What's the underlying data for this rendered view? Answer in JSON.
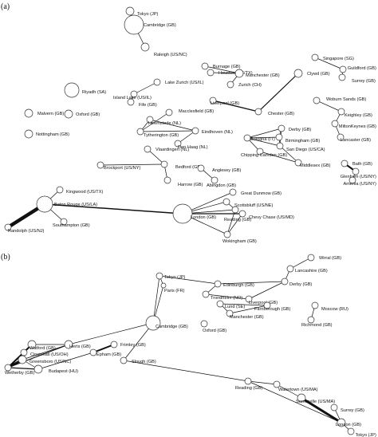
{
  "panels": [
    {
      "label": "(a)",
      "nodes": [
        {
          "id": "tokyo",
          "label": "Tokyo (JP)"
        },
        {
          "id": "cambridge",
          "label": "Cambridge (GB)"
        },
        {
          "id": "raleigh",
          "label": "Raleigh (US/NC)"
        },
        {
          "id": "singapore",
          "label": "Singapore (SG)"
        },
        {
          "id": "guildford",
          "label": "Guildford (GB)"
        },
        {
          "id": "surrey",
          "label": "Surrey (GB)"
        },
        {
          "id": "burnage",
          "label": "Burnage (GB)"
        },
        {
          "id": "houston",
          "label": "Houston (US/TX)"
        },
        {
          "id": "manchester",
          "label": "Manchester (GB)"
        },
        {
          "id": "clywd",
          "label": "Clywd (GB)"
        },
        {
          "id": "lakezurich",
          "label": "Lake Zurich (US/IL)"
        },
        {
          "id": "zurich",
          "label": "Zurich (CH)"
        },
        {
          "id": "riyadh",
          "label": "Riyadh (SA)"
        },
        {
          "id": "islandlake",
          "label": "Island Lake (US/IL)"
        },
        {
          "id": "fife",
          "label": "Fife (GB)"
        },
        {
          "id": "liverpool",
          "label": "Liverpool (GB)"
        },
        {
          "id": "chester",
          "label": "Chester (GB)"
        },
        {
          "id": "woburn",
          "label": "Woburn Sands (GB)"
        },
        {
          "id": "keighley",
          "label": "Keighley (GB)"
        },
        {
          "id": "malvern",
          "label": "Malvern (GB)"
        },
        {
          "id": "oxford",
          "label": "Oxford (GB)"
        },
        {
          "id": "macclesfield",
          "label": "Macclesfield (GB)"
        },
        {
          "id": "heemstede",
          "label": "Heemstede (NL)"
        },
        {
          "id": "eindhoven",
          "label": "Eindhoven (NL)"
        },
        {
          "id": "tytherington",
          "label": "Tytherington (GB)"
        },
        {
          "id": "miltonkeynes",
          "label": "MiltonKeynes (GB)"
        },
        {
          "id": "lancaster",
          "label": "Lancaster (GB)"
        },
        {
          "id": "nottingham",
          "label": "Nottingham (GB)"
        },
        {
          "id": "denhaag",
          "label": "Den Haag (NL)"
        },
        {
          "id": "bologna",
          "label": "Bologna (IT)"
        },
        {
          "id": "derby",
          "label": "Derby (GB)"
        },
        {
          "id": "birmingham",
          "label": "Birmingham (GB)"
        },
        {
          "id": "sandiego",
          "label": "San Diego (US/CA)"
        },
        {
          "id": "chipping",
          "label": "Chipping Camden (GB)"
        },
        {
          "id": "vlaardingen",
          "label": "Vlaardingen (NL)"
        },
        {
          "id": "middlesex",
          "label": "Middlesex (GB)"
        },
        {
          "id": "bath",
          "label": "Bath (GB)"
        },
        {
          "id": "brockport",
          "label": "Brockport (US/NY)"
        },
        {
          "id": "bedford",
          "label": "Bedford (GB)"
        },
        {
          "id": "anglesey",
          "label": "Anglesey (GB)"
        },
        {
          "id": "glenham",
          "label": "Glenham (US/NY)"
        },
        {
          "id": "amenia",
          "label": "Amenia (US/NY)"
        },
        {
          "id": "harrow",
          "label": "Harrow (GB)"
        },
        {
          "id": "abingdon",
          "label": "Abingdon (GB)"
        },
        {
          "id": "kingwood",
          "label": "Kingwood (US/TX)"
        },
        {
          "id": "greatdunmow",
          "label": "Great Dunmow (GB)"
        },
        {
          "id": "batonrouge",
          "label": "Baton Rouge (US/LA)"
        },
        {
          "id": "scottsbluff",
          "label": "Scottsbluff (US/NE)"
        },
        {
          "id": "reading",
          "label": "Reading (GB)"
        },
        {
          "id": "chevychase",
          "label": "Chevy Chase (US/MD)"
        },
        {
          "id": "london",
          "label": "London (GB)"
        },
        {
          "id": "randolph",
          "label": "Randolph (US/NJ)"
        },
        {
          "id": "southampton",
          "label": "Southampton (GB)"
        },
        {
          "id": "wokingham",
          "label": "Wokingham (GB)"
        }
      ],
      "edges": [
        [
          "tokyo",
          "cambridge"
        ],
        [
          "cambridge",
          "raleigh"
        ],
        [
          "singapore",
          "guildford"
        ],
        [
          "guildford",
          "surrey"
        ],
        [
          "burnage",
          "manchester"
        ],
        [
          "houston",
          "manchester"
        ],
        [
          "manchester",
          "zurich"
        ],
        [
          "clywd",
          "chester"
        ],
        [
          "islandlake",
          "lakezurich"
        ],
        [
          "islandlake",
          "fife"
        ],
        [
          "liverpool",
          "chester"
        ],
        [
          "woburn",
          "keighley"
        ],
        [
          "keighley",
          "miltonkeynes"
        ],
        [
          "macclesfield",
          "tytherington"
        ],
        [
          "heemstede",
          "eindhoven"
        ],
        [
          "heemstede",
          "tytherington"
        ],
        [
          "eindhoven",
          "tytherington"
        ],
        [
          "eindhoven",
          "denhaag"
        ],
        [
          "miltonkeynes",
          "lancaster"
        ],
        [
          "bologna",
          "derby"
        ],
        [
          "bologna",
          "birmingham"
        ],
        [
          "bologna",
          "sandiego"
        ],
        [
          "bologna",
          "chipping"
        ],
        [
          "derby",
          "birmingham"
        ],
        [
          "derby",
          "sandiego"
        ],
        [
          "birmingham",
          "sandiego"
        ],
        [
          "sandiego",
          "middlesex"
        ],
        [
          "chipping",
          "middlesex"
        ],
        [
          "vlaardingen",
          "bedford"
        ],
        [
          "brockport",
          "bedford"
        ],
        [
          "bedford",
          "harrow"
        ],
        [
          "bath",
          "glenham"
        ],
        [
          "glenham",
          "amenia"
        ],
        [
          "anglesey",
          "abingdon"
        ],
        [
          "kingwood",
          "batonrouge"
        ],
        [
          "batonrouge",
          "randolph"
        ],
        [
          "batonrouge",
          "southampton"
        ],
        [
          "batonrouge",
          "london"
        ],
        [
          "greatdunmow",
          "london"
        ],
        [
          "scottsbluff",
          "london"
        ],
        [
          "scottsbluff",
          "reading"
        ],
        [
          "reading",
          "london"
        ],
        [
          "reading",
          "wokingham"
        ],
        [
          "london",
          "chevychase"
        ],
        [
          "london",
          "wokingham"
        ],
        [
          "chevychase",
          "wokingham"
        ]
      ]
    },
    {
      "label": "(b)",
      "nodes": [
        {
          "id": "wirral",
          "label": "Wirral (GB)"
        },
        {
          "id": "lancashire",
          "label": "Lancashire (GB)"
        },
        {
          "id": "tokyo",
          "label": "Tokyo (JP)"
        },
        {
          "id": "edinburgh",
          "label": "Edinburgh (GB)"
        },
        {
          "id": "derby",
          "label": "Derby (GB)"
        },
        {
          "id": "paris",
          "label": "Paris (FR)"
        },
        {
          "id": "trondheim",
          "label": "Trondheim (NO)"
        },
        {
          "id": "liverpool",
          "label": "Liverpool (GB)"
        },
        {
          "id": "lund",
          "label": "Lund (SE)"
        },
        {
          "id": "farnborough",
          "label": "Farnborough (GB)"
        },
        {
          "id": "moscow",
          "label": "Moscow (RU)"
        },
        {
          "id": "manchester",
          "label": "Manchester (GB)"
        },
        {
          "id": "richmond",
          "label": "Richmond (GB)"
        },
        {
          "id": "cambridge",
          "label": "Cambridge (GB)"
        },
        {
          "id": "oxford",
          "label": "Oxford (GB)"
        },
        {
          "id": "watford",
          "label": "Watford (GB)"
        },
        {
          "id": "herts",
          "label": "Herts (GB)"
        },
        {
          "id": "frimley",
          "label": "Frimley (GB)"
        },
        {
          "id": "cincinnati",
          "label": "Cincinnati (US/OH)"
        },
        {
          "id": "greensboro",
          "label": "Greensboro (US/NC)"
        },
        {
          "id": "epham",
          "label": "Epham (GB)"
        },
        {
          "id": "slough",
          "label": "Slough (GB)"
        },
        {
          "id": "budapest",
          "label": "Budapest (HU)"
        },
        {
          "id": "wetherby",
          "label": "Wetherby (GB)"
        },
        {
          "id": "reading",
          "label": "Reading (GB)"
        },
        {
          "id": "watertown",
          "label": "Watertown (US/MA)"
        },
        {
          "id": "somerville",
          "label": "Somerville (US/MA)"
        },
        {
          "id": "surrey",
          "label": "Surrey (GB)"
        },
        {
          "id": "london",
          "label": "London (GB)"
        },
        {
          "id": "tokyo2",
          "label": "Tokyo (JP)"
        }
      ],
      "edges": [
        [
          "wirral",
          "lancashire"
        ],
        [
          "lancashire",
          "derby"
        ],
        [
          "derby",
          "edinburgh"
        ],
        [
          "edinburgh",
          "tokyo"
        ],
        [
          "edinburgh",
          "trondheim"
        ],
        [
          "trondheim",
          "liverpool"
        ],
        [
          "liverpool",
          "derby"
        ],
        [
          "tokyo",
          "paris"
        ],
        [
          "tokyo",
          "cambridge"
        ],
        [
          "paris",
          "cambridge"
        ],
        [
          "lund",
          "manchester"
        ],
        [
          "manchester",
          "farnborough"
        ],
        [
          "farnborough",
          "lund"
        ],
        [
          "moscow",
          "richmond"
        ],
        [
          "cambridge",
          "herts"
        ],
        [
          "cambridge",
          "slough"
        ],
        [
          "watford",
          "herts"
        ],
        [
          "watford",
          "wetherby"
        ],
        [
          "cincinnati",
          "greensboro"
        ],
        [
          "cincinnati",
          "wetherby"
        ],
        [
          "greensboro",
          "wetherby"
        ],
        [
          "greensboro",
          "herts"
        ],
        [
          "budapest",
          "wetherby"
        ],
        [
          "budapest",
          "greensboro"
        ],
        [
          "frimley",
          "epham"
        ],
        [
          "epham",
          "budapest"
        ],
        [
          "slough",
          "reading"
        ],
        [
          "reading",
          "watertown"
        ],
        [
          "watertown",
          "somerville"
        ],
        [
          "somerville",
          "london"
        ],
        [
          "surrey",
          "london"
        ],
        [
          "london",
          "tokyo2"
        ],
        [
          "reading",
          "london"
        ],
        [
          "herts",
          "wetherby"
        ]
      ]
    }
  ]
}
